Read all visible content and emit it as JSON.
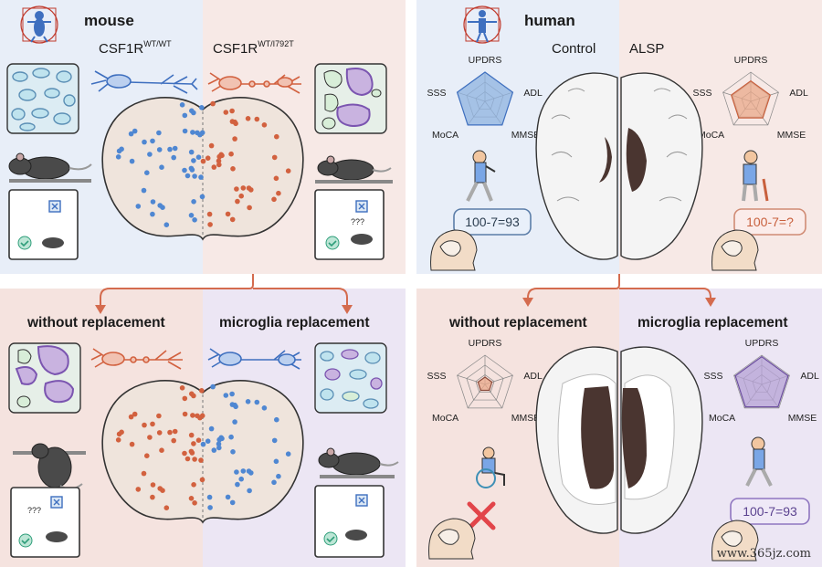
{
  "mouse": {
    "title": "mouse",
    "wt_base": "CSF1R",
    "wt_sup": "WT/WT",
    "mut_base": "CSF1R",
    "mut_sup": "WT/I792T",
    "question_marks": "???",
    "without_title": "without replacement",
    "with_title": "microglia replacement"
  },
  "human": {
    "title": "human",
    "control": "Control",
    "alsp": "ALSP",
    "without_title": "without replacement",
    "with_title": "microglia replacement"
  },
  "radar_labels": {
    "top": "UPDRS",
    "left": "SSS",
    "right": "ADL",
    "bottom_left": "MoCA",
    "bottom_right": "MMSE"
  },
  "equations": {
    "control": "100-7=93",
    "alsp": "100-7=?",
    "replaced": "100-7=93"
  },
  "watermark": "www.365jz.com",
  "colors": {
    "blue_cell": "#4f87d2",
    "red_cell": "#d2613f",
    "mouse_bg": "#e8eef8",
    "mut_bg": "#f7e9e6",
    "purple_bg": "#ece6f4",
    "arrow": "#d46b4e",
    "radar_blue": "#8fb3e0",
    "radar_red": "#e9a88a",
    "radar_purple": "#b6a2d6",
    "x_mark": "#e2454a"
  },
  "icons": [
    "vitruvian-mouse-icon",
    "vitruvian-human-icon",
    "neuron-icon",
    "mouse-icon",
    "maze-test-icon",
    "head-icon",
    "walking-person-icon",
    "elderly-cane-icon",
    "wheelchair-icon",
    "check-icon",
    "cross-icon"
  ]
}
